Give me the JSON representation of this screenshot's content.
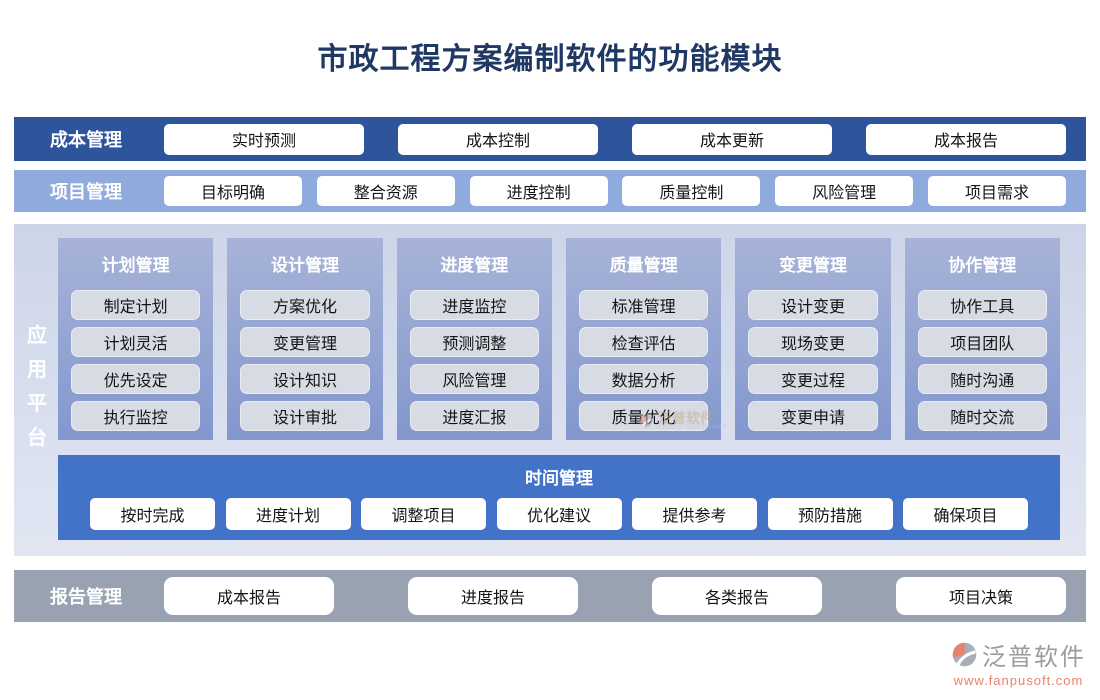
{
  "title": "市政工程方案编制软件的功能模块",
  "colors": {
    "title_text": "#1f3864",
    "cost_bar": "#2e549c",
    "project_bar": "#8faadc",
    "platform_top": "#ccd5e8",
    "platform_bottom": "#e2e6f3",
    "column_top": "#a7b3d8",
    "column_bottom": "#8397ce",
    "time_bar": "#4373c8",
    "report_bar": "#99a2b1",
    "pill_bg": "#d7dbe4",
    "button_text": "#141414",
    "brand_gray": "#9b9b9b",
    "brand_salmon": "#e8826e"
  },
  "cost_bar": {
    "label": "成本管理",
    "buttons": [
      "实时预测",
      "成本控制",
      "成本更新",
      "成本报告"
    ]
  },
  "project_bar": {
    "label": "项目管理",
    "buttons": [
      "目标明确",
      "整合资源",
      "进度控制",
      "质量控制",
      "风险管理",
      "项目需求"
    ]
  },
  "platform": {
    "side_label": "应用平台",
    "columns": [
      {
        "title": "计划管理",
        "items": [
          "制定计划",
          "计划灵活",
          "优先设定",
          "执行监控"
        ]
      },
      {
        "title": "设计管理",
        "items": [
          "方案优化",
          "变更管理",
          "设计知识",
          "设计审批"
        ]
      },
      {
        "title": "进度管理",
        "items": [
          "进度监控",
          "预测调整",
          "风险管理",
          "进度汇报"
        ]
      },
      {
        "title": "质量管理",
        "items": [
          "标准管理",
          "检查评估",
          "数据分析",
          "质量优化"
        ]
      },
      {
        "title": "变更管理",
        "items": [
          "设计变更",
          "现场变更",
          "变更过程",
          "变更申请"
        ]
      },
      {
        "title": "协作管理",
        "items": [
          "协作工具",
          "项目团队",
          "随时沟通",
          "随时交流"
        ]
      }
    ],
    "time_bar": {
      "label": "时间管理",
      "buttons": [
        "按时完成",
        "进度计划",
        "调整项目",
        "优化建议",
        "提供参考",
        "预防措施",
        "确保项目"
      ]
    }
  },
  "report_bar": {
    "label": "报告管理",
    "buttons": [
      "成本报告",
      "进度报告",
      "各类报告",
      "项目决策"
    ]
  },
  "watermark": {
    "brand": "泛普软件",
    "url": "www.fanpusoft.com",
    "subtext": "FANPU SOFTWARE"
  }
}
